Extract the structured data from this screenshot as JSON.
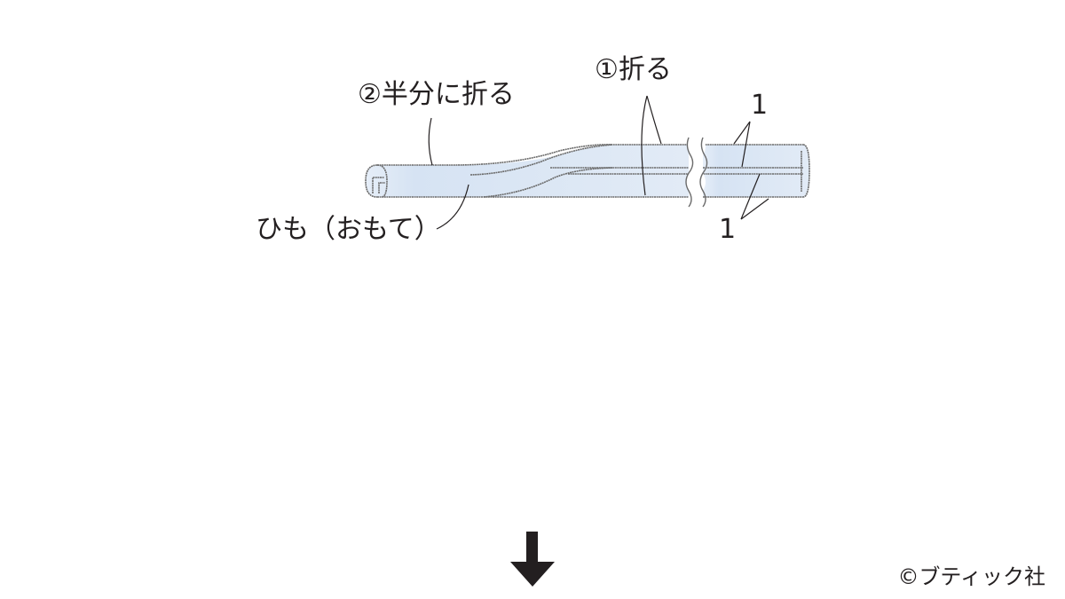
{
  "diagram": {
    "labels": {
      "fold_half": "②半分に折る",
      "fold": "①折る",
      "cord_front": "ひも（おもて）",
      "dim_top": "1",
      "dim_bottom": "1"
    },
    "colors": {
      "cord_fill": "#dde8f4",
      "stroke": "#6b6b6b",
      "text": "#231f20",
      "arrow": "#231f20"
    }
  },
  "footer": {
    "credit": "©ブティック社"
  }
}
